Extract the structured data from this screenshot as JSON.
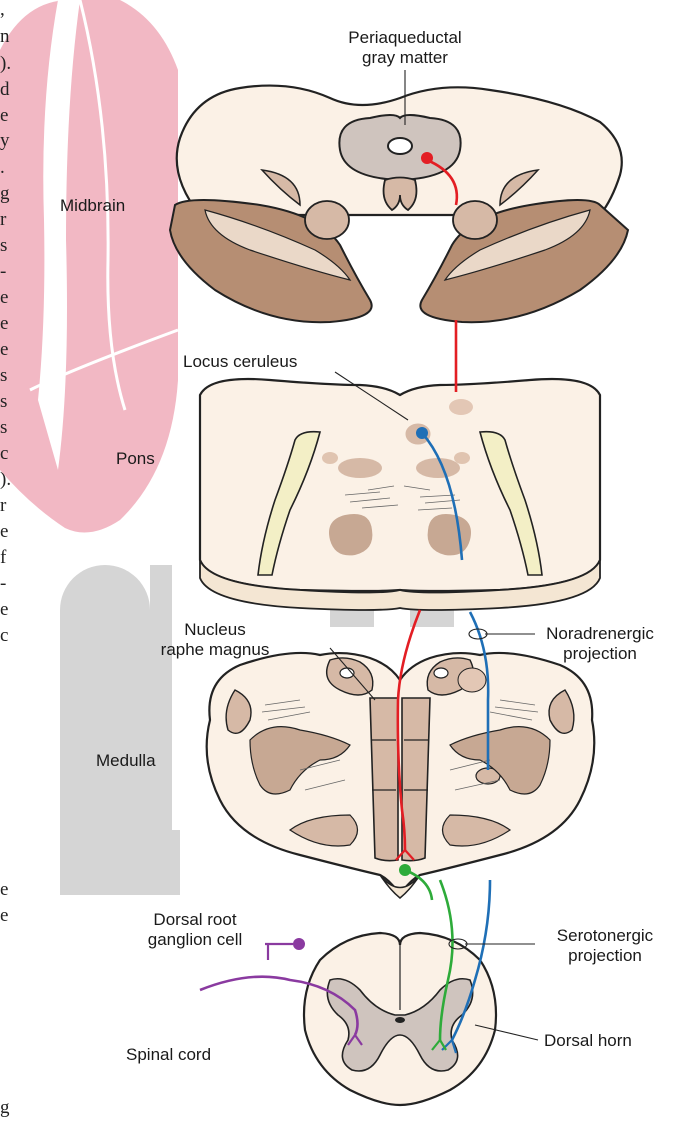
{
  "labels": {
    "periaqueductal_line1": "Periaqueductal",
    "periaqueductal_line2": "gray matter",
    "midbrain": "Midbrain",
    "locus_ceruleus": "Locus ceruleus",
    "pons": "Pons",
    "nucleus_raphe_line1": "Nucleus",
    "nucleus_raphe_line2": "raphe magnus",
    "noradrenergic_line1": "Noradrenergic",
    "noradrenergic_line2": "projection",
    "medulla": "Medulla",
    "dorsal_root_line1": "Dorsal root",
    "dorsal_root_line2": "ganglion cell",
    "serotonergic_line1": "Serotonergic",
    "serotonergic_line2": "projection",
    "dorsal_horn": "Dorsal horn",
    "spinal_cord": "Spinal cord"
  },
  "background_text": {
    "page_edge_chars": [
      ",",
      "n",
      ").",
      "d",
      "e",
      "y",
      ".",
      "g",
      "r",
      "s",
      "-",
      "e",
      "e",
      "e",
      "s",
      "s",
      "s",
      "c",
      ").",
      "r",
      "e",
      "f",
      "-",
      "e",
      "c",
      "e",
      "e",
      "g"
    ],
    "watermark_color": "#f2b8c4"
  },
  "colors": {
    "tissue": "#fbf1e6",
    "nucleus": "#d6b9a6",
    "tract": "#b68e73",
    "gray_matter": "#cfc4be",
    "outline": "#222222",
    "serotonergic_path": "#e31e24",
    "noradrenergic_path": "#1f6fb6",
    "spinal_path": "#2eab3a",
    "dorsal_root_path": "#8a3aa0"
  }
}
